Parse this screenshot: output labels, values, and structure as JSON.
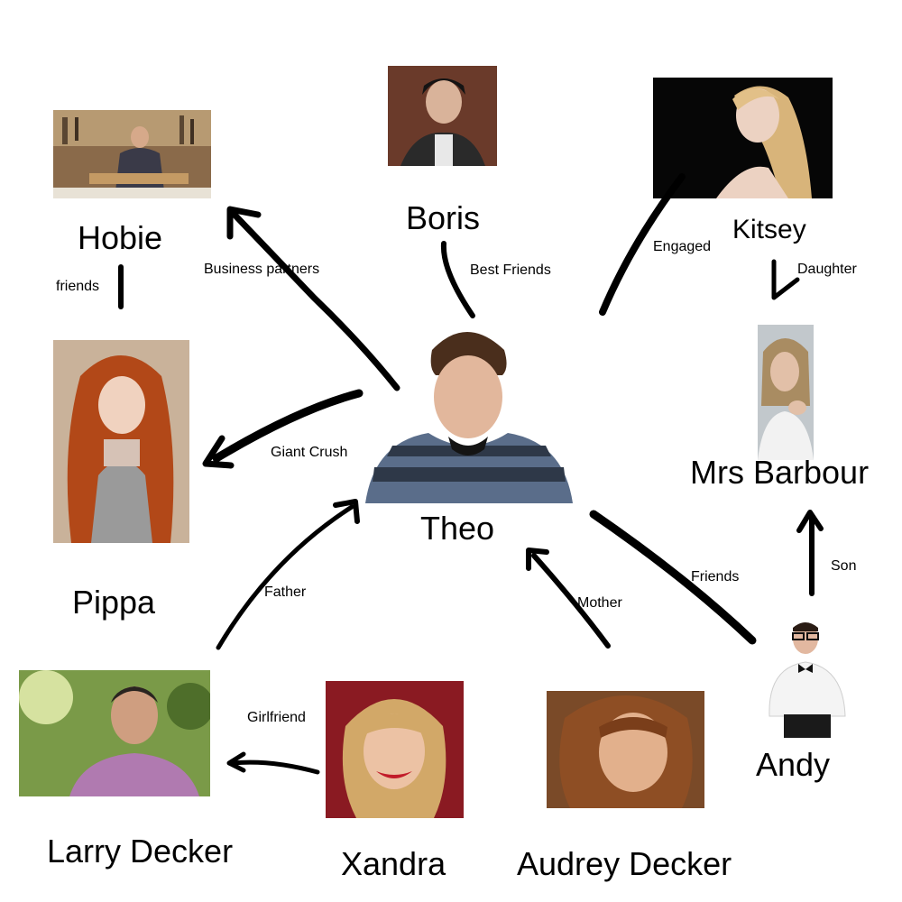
{
  "people": {
    "hobie": "Hobie",
    "boris": "Boris",
    "kitsey": "Kitsey",
    "pippa": "Pippa",
    "theo": "Theo",
    "mrs_barbour": "Mrs Barbour",
    "larry": "Larry Decker",
    "xandra": "Xandra",
    "audrey": "Audrey Decker",
    "andy": "Andy"
  },
  "relationships": {
    "hobie_pippa": "friends",
    "theo_hobie": "Business partners",
    "theo_boris": "Best Friends",
    "theo_kitsey": "Engaged",
    "kitsey_barbour": "Daughter",
    "theo_pippa": "Giant Crush",
    "larry_theo": "Father",
    "audrey_theo": "Mother",
    "theo_andy": "Friends",
    "andy_barbour": "Son",
    "xandra_larry": "Girlfriend"
  }
}
